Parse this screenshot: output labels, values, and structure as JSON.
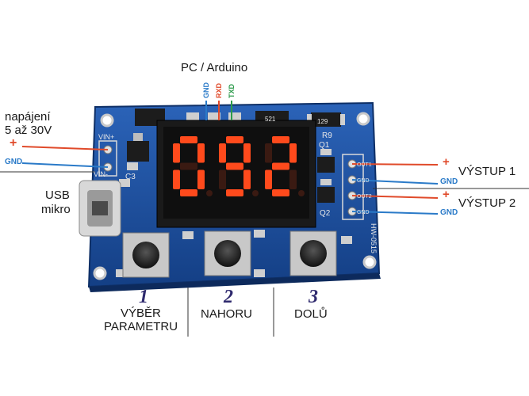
{
  "header": {
    "title": "PC / Arduino",
    "pins": [
      "GND",
      "RXD",
      "TXD"
    ]
  },
  "power": {
    "label_line1": "napájení",
    "label_line2": "5 až 30V",
    "plus": "+",
    "gnd": "GND",
    "pin_plus": "VIN+",
    "pin_minus": "VIN-"
  },
  "usb": {
    "line1": "USB",
    "line2": "mikro"
  },
  "display": {
    "digits": "092"
  },
  "board": {
    "model": "HW-0515",
    "labels": [
      "C3",
      "Q1",
      "Q2",
      "R9",
      "129",
      "521"
    ],
    "out_pins": [
      "OUT1",
      "GND",
      "OUT2",
      "GND"
    ]
  },
  "outputs": [
    {
      "label": "VÝSTUP 1",
      "plus": "+",
      "gnd": "GND"
    },
    {
      "label": "VÝSTUP 2",
      "plus": "+",
      "gnd": "GND"
    }
  ],
  "buttons": [
    {
      "number": "1",
      "line1": "VÝBĚR",
      "line2": "PARAMETRU"
    },
    {
      "number": "2",
      "line1": "NAHORU",
      "line2": ""
    },
    {
      "number": "3",
      "line1": "DOLŮ",
      "line2": ""
    }
  ],
  "colors": {
    "board": "#1f4fa0",
    "segment_on": "#ff4a1c",
    "wire_red": "#e04a2a",
    "wire_blue": "#2a7ac8",
    "wire_green": "#2b9a4a"
  }
}
